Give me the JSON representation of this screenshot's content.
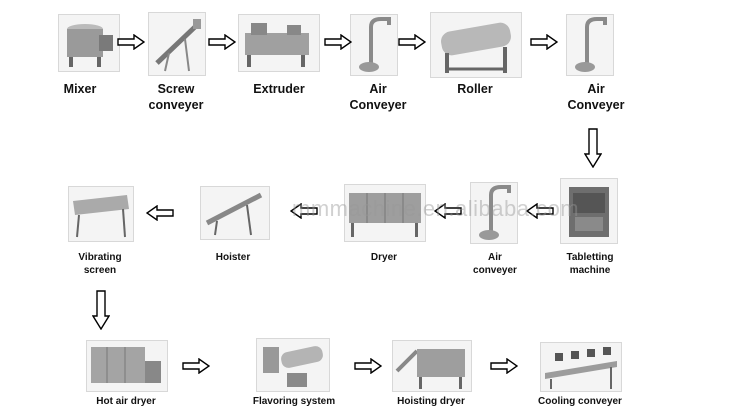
{
  "watermark": "mmmachine.en.alibaba.com",
  "row1": {
    "mixer": [
      "Mixer"
    ],
    "screw_conveyer": [
      "Screw",
      "conveyer"
    ],
    "extruder": [
      "Extruder"
    ],
    "air_conveyer_1": [
      "Air",
      "Conveyer"
    ],
    "roller": [
      "Roller"
    ],
    "air_conveyer_2": [
      "Air",
      "Conveyer"
    ]
  },
  "row2": {
    "tabletting_machine": [
      "Tabletting",
      "machine"
    ],
    "air_conveyer_3": [
      "Air",
      "conveyer"
    ],
    "dryer": [
      "Dryer"
    ],
    "hoister": [
      "Hoister"
    ],
    "vibrating_screen": [
      "Vibrating",
      "screen"
    ]
  },
  "row3": {
    "hot_air_dryer": [
      "Hot air dryer"
    ],
    "flavoring_system": [
      "Flavoring system"
    ],
    "hoisting_dryer": [
      "Hoisting dryer"
    ],
    "cooling_conveyer": [
      "Cooling conveyer"
    ]
  },
  "colors": {
    "arrow": "#000000",
    "machine_metal": "#9a9a9a"
  }
}
